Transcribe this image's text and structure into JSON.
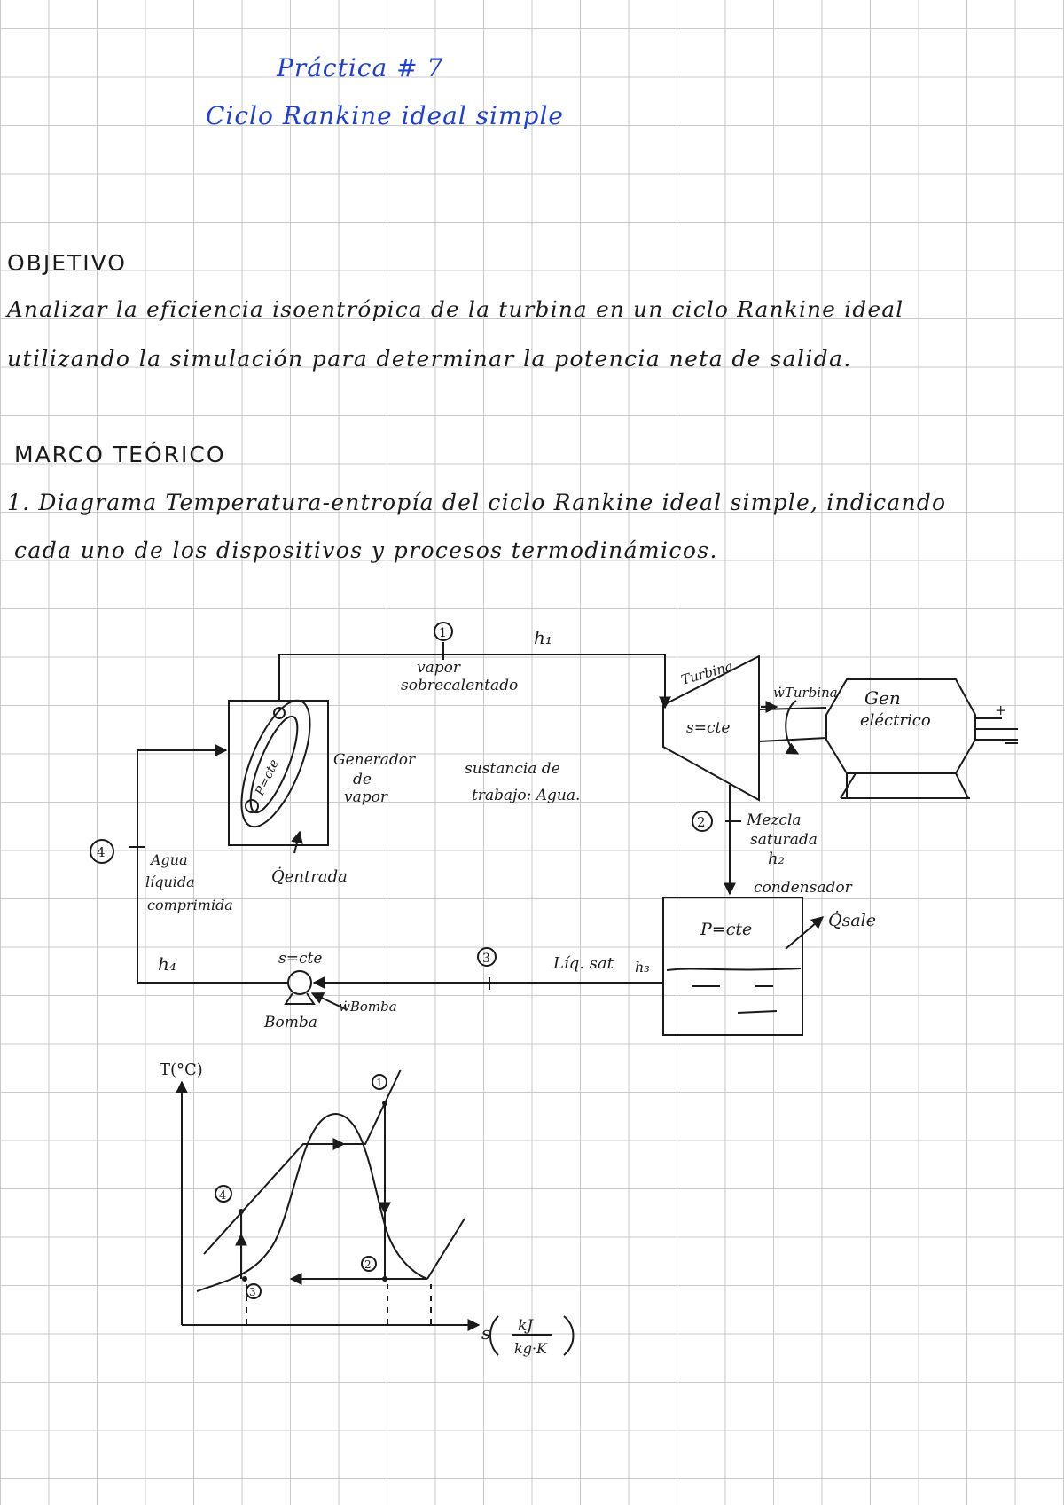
{
  "header": {
    "title": "Práctica # 7",
    "subtitle": "Ciclo Rankine ideal simple"
  },
  "objetivo": {
    "heading": "OBJETIVO",
    "line1": "Analizar la eficiencia isoentrópica de la turbina en un ciclo Rankine ideal",
    "line2": "utilizando la simulación para determinar la potencia neta de salida."
  },
  "marco": {
    "heading": "MARCO TEÓRICO",
    "line1": "1. Diagrama Temperatura-entropía del ciclo Rankine ideal simple, indicando",
    "line2": "cada uno de los dispositivos y procesos termodinámicos."
  },
  "schematic": {
    "state1": "1",
    "state2": "2",
    "state3": "3",
    "state4": "4",
    "h1": "h₁",
    "vapor1": "vapor",
    "vapor2": "sobrecalentado",
    "turbina": "Turbina",
    "s_cte_turbina": "s=cte",
    "w_turbina": "ẇTurbina",
    "gen1": "Gen",
    "gen2": "eléctrico",
    "plus": "+",
    "generador1": "Generador",
    "generador2": "de",
    "generador3": "vapor",
    "p_cte_boiler": "P=cte",
    "sustancia1": "sustancia de",
    "sustancia2": "trabajo: Agua.",
    "mezcla1": "Mezcla",
    "mezcla2": "saturada",
    "h2": "h₂",
    "condensador": "condensador",
    "p_cte_cond": "P=cte",
    "q_sale": "Q̇sale",
    "agua1": "Agua",
    "agua2": "líquida",
    "agua3": "comprimida",
    "q_entrada": "Q̇entrada",
    "h4": "h₄",
    "s_cte_bomba": "s=cte",
    "bomba": "Bomba",
    "w_bomba": "ẇBomba",
    "liq_sat": "Líq. sat",
    "h3": "h₃"
  },
  "ts_diagram": {
    "ylabel": "T(°C)",
    "xlabel_s": "s",
    "x_unit_num": "kJ",
    "x_unit_den": "kg·K",
    "p1": "1",
    "p2": "2",
    "p3": "3",
    "p4": "4"
  }
}
